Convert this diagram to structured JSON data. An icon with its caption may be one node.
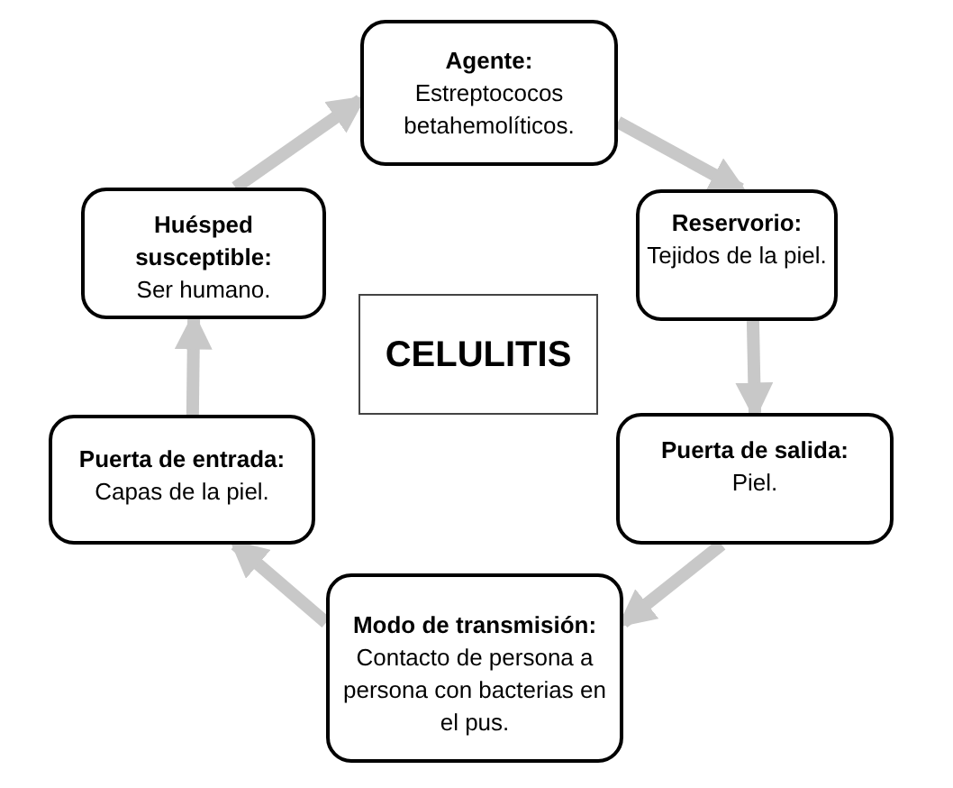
{
  "diagram": {
    "nodes": [
      {
        "text": [
          "Agente:",
          "Estreptococos betahemolíticos."
        ]
      },
      {
        "text": [
          "Reservorio:",
          "Tejidos de la piel."
        ]
      },
      {
        "text": [
          "Puerta de salida:",
          "Piel."
        ]
      },
      {
        "text": [
          "Modo de transmisión:",
          "Contacto de persona a persona con bacterias en el pus."
        ]
      },
      {
        "text": [
          "Puerta de entrada:",
          "Capas de la piel."
        ]
      },
      {
        "text": [
          "Huésped susceptible:",
          "Ser humano."
        ]
      },
      {
        "text": [
          "CELULITIS"
        ]
      }
    ],
    "edges": [
      {
        "from": 0,
        "to": 1,
        "arrow": "to"
      },
      {
        "from": 1,
        "to": 2,
        "arrow": "to"
      },
      {
        "from": 2,
        "to": 3,
        "arrow": "to"
      },
      {
        "from": 3,
        "to": 4,
        "arrow": "to"
      },
      {
        "from": 4,
        "to": 5,
        "arrow": "to"
      },
      {
        "from": 5,
        "to": 0,
        "arrow": "to"
      }
    ]
  }
}
